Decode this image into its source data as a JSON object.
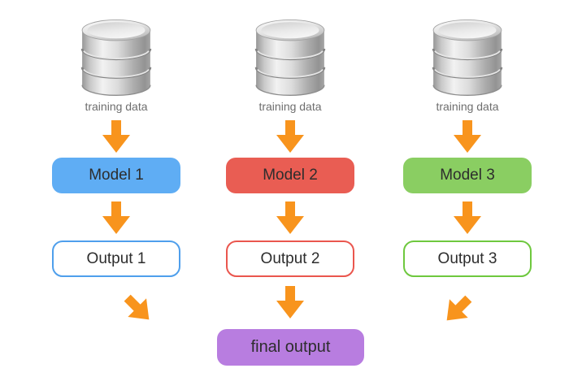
{
  "diagram": {
    "columns": [
      {
        "source_label": "training data",
        "model_label": "Model 1",
        "model_color": "#5fadf4",
        "output_label": "Output 1",
        "output_border_color": "#4f9fec"
      },
      {
        "source_label": "training data",
        "model_label": "Model 2",
        "model_color": "#e95d53",
        "output_label": "Output 2",
        "output_border_color": "#ea564e"
      },
      {
        "source_label": "training data",
        "model_label": "Model 3",
        "model_color": "#8ace62",
        "output_label": "Output 3",
        "output_border_color": "#6ec83e"
      }
    ],
    "final_label": "final output",
    "final_color": "#b87de0",
    "arrow_color": "#f8941d",
    "text_color": "#2d2d2d",
    "source_label_color": "#6e6e6e"
  }
}
